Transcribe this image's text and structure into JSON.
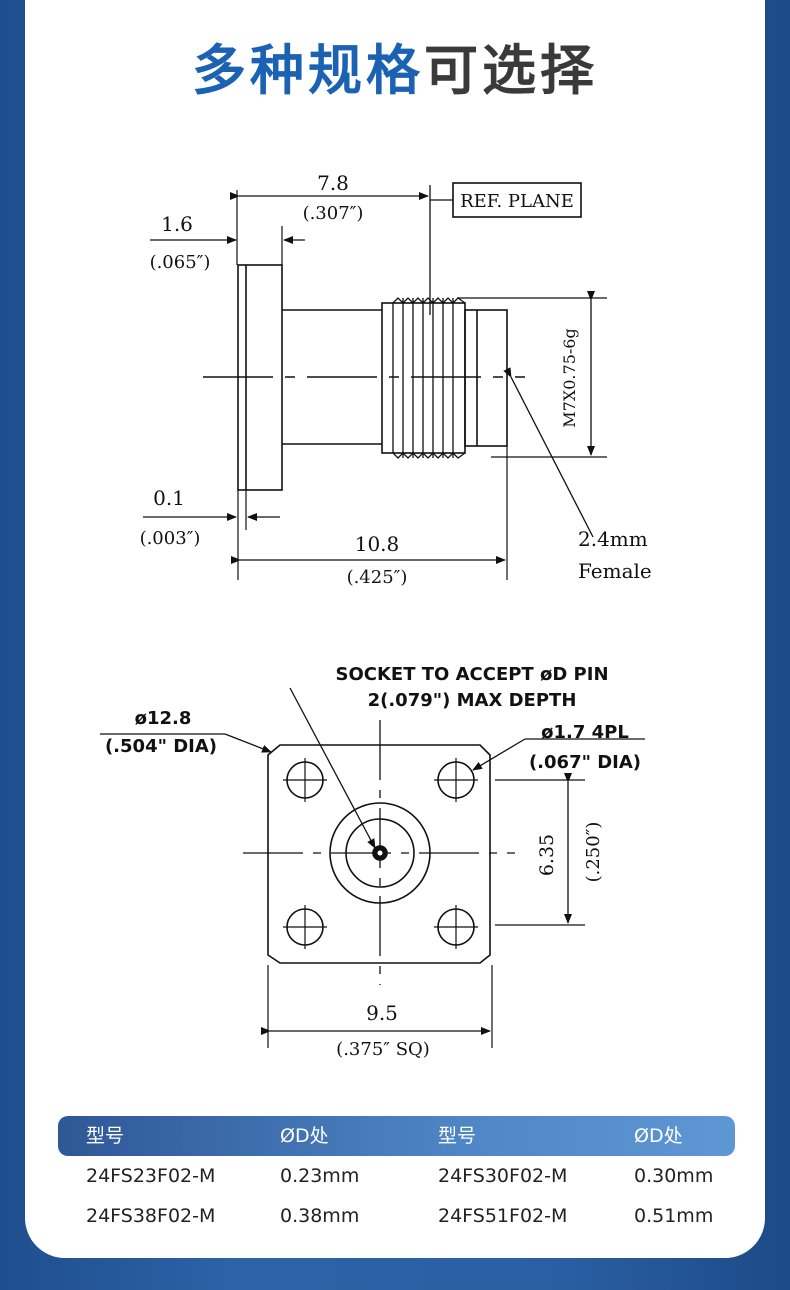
{
  "title": {
    "part1": "多种规格",
    "part2": "可选择"
  },
  "side_view": {
    "dim_total_top": "7.8",
    "dim_total_top_in": "(.307″)",
    "ref_plane": "REF. PLANE",
    "dim_flange": "1.6",
    "dim_flange_in": "(.065″)",
    "dim_gap": "0.1",
    "dim_gap_in": "(.003″)",
    "dim_length": "10.8",
    "dim_length_in": "(.425″)",
    "thread": "M7X0.75-6g",
    "interface_line1": "2.4mm",
    "interface_line2": "Female"
  },
  "front_view": {
    "socket_line1": "SOCKET TO ACCEPT øD PIN",
    "socket_line2": "2(.079\") MAX DEPTH",
    "dia_outer": "ø12.8",
    "dia_outer_in": "(.504\" DIA)",
    "hole_dia": "ø1.7  4PL",
    "hole_dia_in": "(.067\" DIA)",
    "hole_spacing": "6.35",
    "hole_spacing_in": "(.250″)",
    "flange_width": "9.5",
    "flange_width_in": "(.375″   SQ)"
  },
  "table": {
    "headers": [
      "型号",
      "ØD处",
      "型号",
      "ØD处"
    ],
    "rows": [
      [
        "24FS23F02-M",
        "0.23mm",
        "24FS30F02-M",
        "0.30mm"
      ],
      [
        "24FS38F02-M",
        "0.38mm",
        "24FS51F02-M",
        "0.51mm"
      ]
    ]
  }
}
